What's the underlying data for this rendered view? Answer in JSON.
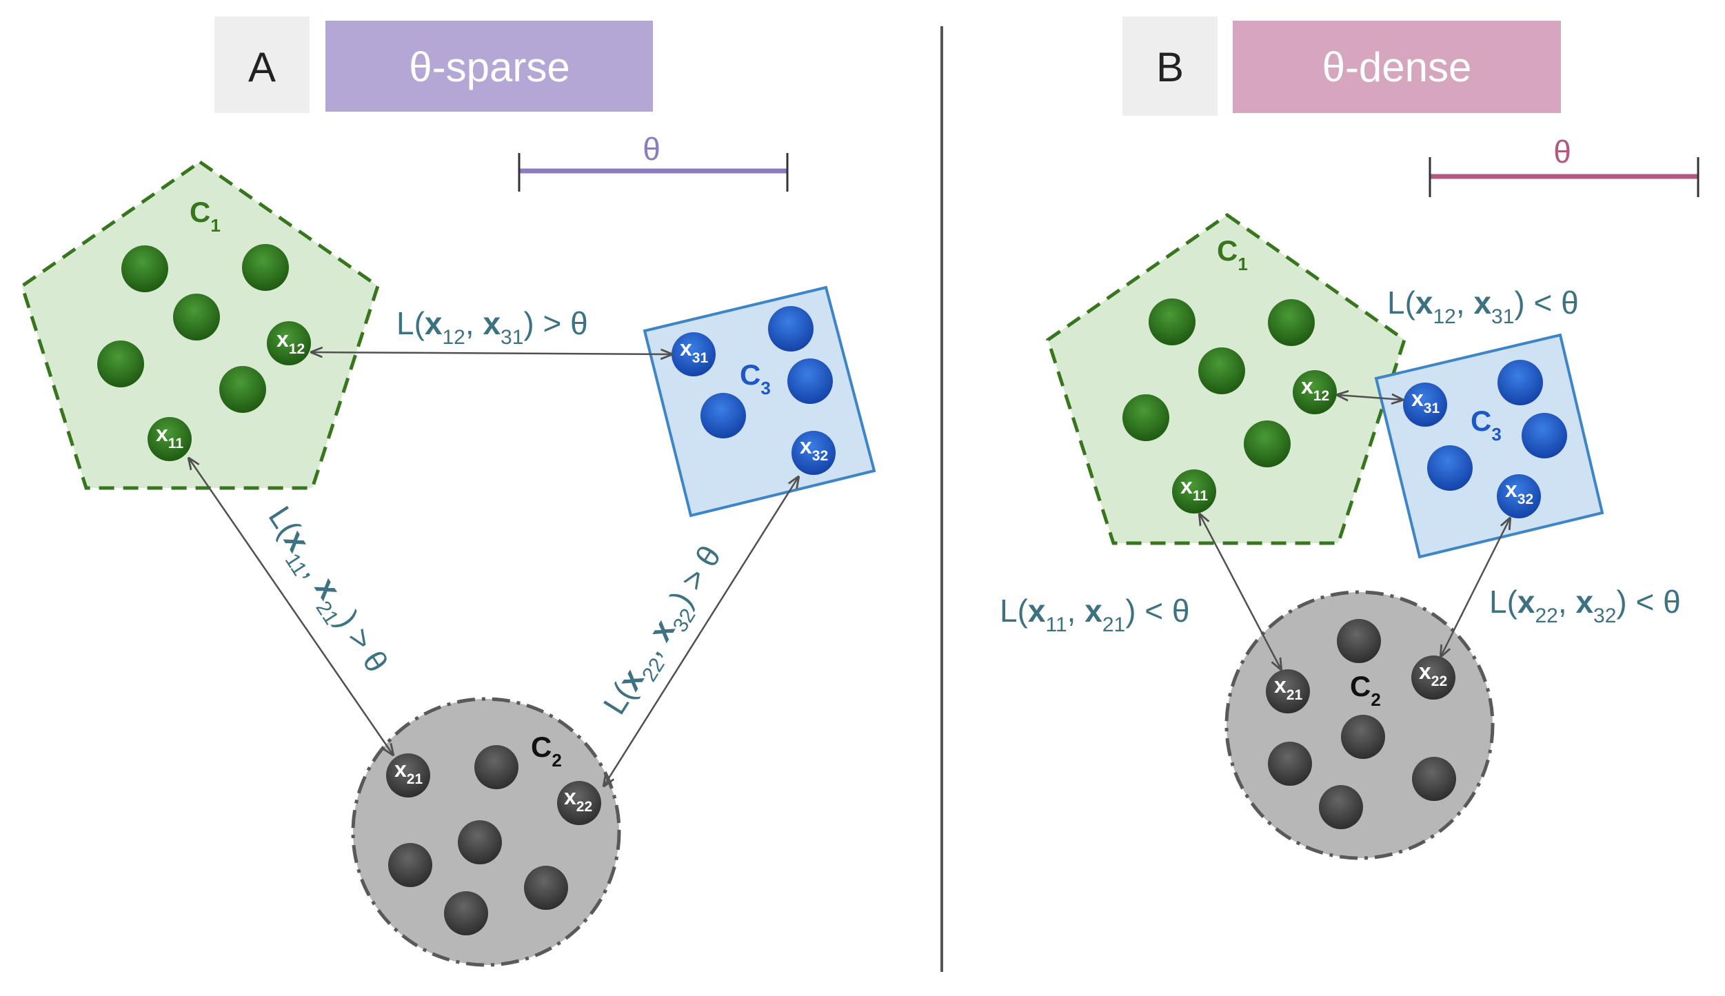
{
  "panels": [
    {
      "letter": "A",
      "title": "θ-sparse",
      "theta": "θ",
      "c1": {
        "name": "C",
        "sub": "1"
      },
      "c2": {
        "name": "C",
        "sub": "2"
      },
      "c3": {
        "name": "C",
        "sub": "3"
      },
      "nodes": {
        "x11": {
          "b": "x",
          "s": "11"
        },
        "x12": {
          "b": "x",
          "s": "12"
        },
        "x21": {
          "b": "x",
          "s": "21"
        },
        "x22": {
          "b": "x",
          "s": "22"
        },
        "x31": {
          "b": "x",
          "s": "31"
        },
        "x32": {
          "b": "x",
          "s": "32"
        }
      },
      "rel_12_31": {
        "open": "L(",
        "v1": "x",
        "s1": "12",
        "sep": ", ",
        "v2": "x",
        "s2": "31",
        "close": ") > θ"
      },
      "rel_11_21": {
        "open": "L(",
        "v1": "x",
        "s1": "11",
        "sep": ", ",
        "v2": "x",
        "s2": "21",
        "close": ") > θ"
      },
      "rel_22_32": {
        "open": "L(",
        "v1": "x",
        "s1": "22",
        "sep": ", ",
        "v2": "x",
        "s2": "32",
        "close": ") > θ"
      }
    },
    {
      "letter": "B",
      "title": "θ-dense",
      "theta": "θ",
      "c1": {
        "name": "C",
        "sub": "1"
      },
      "c2": {
        "name": "C",
        "sub": "2"
      },
      "c3": {
        "name": "C",
        "sub": "3"
      },
      "nodes": {
        "x11": {
          "b": "x",
          "s": "11"
        },
        "x12": {
          "b": "x",
          "s": "12"
        },
        "x21": {
          "b": "x",
          "s": "21"
        },
        "x22": {
          "b": "x",
          "s": "22"
        },
        "x31": {
          "b": "x",
          "s": "31"
        },
        "x32": {
          "b": "x",
          "s": "32"
        }
      },
      "rel_12_31": {
        "open": "L(",
        "v1": "x",
        "s1": "12",
        "sep": ", ",
        "v2": "x",
        "s2": "31",
        "close": ") < θ"
      },
      "rel_11_21": {
        "open": "L(",
        "v1": "x",
        "s1": "11",
        "sep": ", ",
        "v2": "x",
        "s2": "21",
        "close": ") < θ"
      },
      "rel_22_32": {
        "open": "L(",
        "v1": "x",
        "s1": "22",
        "sep": ", ",
        "v2": "x",
        "s2": "32",
        "close": ") < θ"
      }
    }
  ],
  "colors": {
    "green_fill": "#d9ead3",
    "green_stroke": "#38761d",
    "green_node": "#2e7d1e",
    "green_label": "#38761d",
    "blue_fill": "#cfe2f3",
    "blue_stroke": "#3d85c6",
    "blue_node": "#1c58c7",
    "blue_label": "#1c58c7",
    "gray_fill": "#b7b7b7",
    "gray_stroke": "#595959",
    "gray_node": "#434343",
    "relation_text": "#3c7282",
    "sparse_header": "#b4a7d6",
    "sparse_theta": "#8e7cc3",
    "dense_header": "#d5a6bd",
    "dense_theta": "#b4587f",
    "letter_box": "#eeeeee"
  }
}
